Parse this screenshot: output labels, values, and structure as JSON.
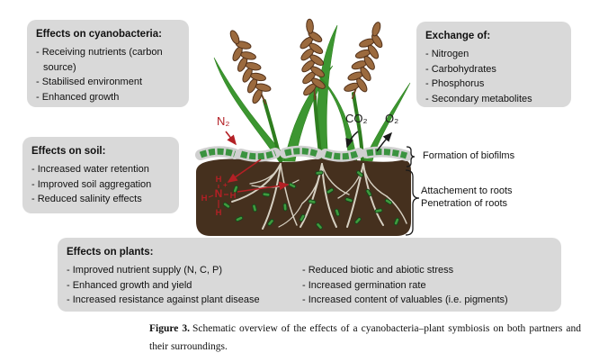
{
  "colors": {
    "box_bg": "#d9d9d9",
    "soil_brown": "#45301e",
    "leaf_green": "#3c9631",
    "capsule_green": "#3b9340",
    "grain_brown": "#9b6a3e",
    "root_gray": "#d6d0c2",
    "accent_red": "#b32025",
    "ink_black": "#1a1a1a"
  },
  "boxes": {
    "cyanobacteria": {
      "title": "Effects on cyanobacteria:",
      "items": [
        "- Receiving nutrients (carbon source)",
        "- Stabilised environment",
        "- Enhanced growth"
      ]
    },
    "exchange": {
      "title": "Exchange of:",
      "items": [
        "- Nitrogen",
        "- Carbohydrates",
        "- Phosphorus",
        "- Secondary metabolites"
      ]
    },
    "soil": {
      "title": "Effects on soil:",
      "items": [
        "- Increased water retention",
        "- Improved soil aggregation",
        "- Reduced salinity effects"
      ]
    },
    "plants": {
      "title": "Effects on plants:",
      "items_left": [
        "- Improved nutrient supply (N, C, P)",
        "- Enhanced growth and yield",
        "- Increased resistance against plant disease"
      ],
      "items_right": [
        "- Reduced biotic and abiotic stress",
        "- Increased germination rate",
        "- Increased content of valuables (i.e. pigments)"
      ]
    }
  },
  "labels": {
    "n2": "N₂",
    "co2": "CO₂",
    "o2": "O₂",
    "formation_of_biofilms": "Formation of biofilms",
    "attachment_to_roots": "Attachement to roots",
    "penetration_of_roots": "Penetration of roots"
  },
  "molecule": {
    "n": "N",
    "plus": "+",
    "h1": "H",
    "h2": "H",
    "h3": "H",
    "h4": "H"
  },
  "caption": {
    "label": "Figure 3.",
    "text": "Schematic overview of the effects of a cyanobacteria–plant symbiosis on both partners and their surroundings."
  }
}
